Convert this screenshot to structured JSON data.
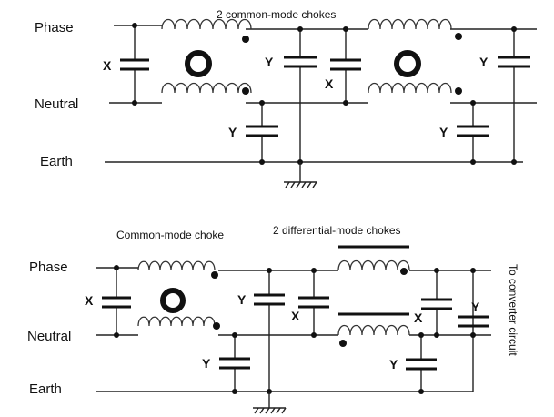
{
  "top": {
    "title": "2 common-mode chokes",
    "labels": {
      "phase": "Phase",
      "neutral": "Neutral",
      "earth": "Earth"
    },
    "caps": {
      "x1": "X",
      "y1": "Y",
      "x2": "X",
      "y2": "Y",
      "y3": "Y",
      "y4": "Y"
    }
  },
  "bottom": {
    "cm_title": "Common-mode choke",
    "dm_title": "2 differential-mode chokes",
    "labels": {
      "phase": "Phase",
      "neutral": "Neutral",
      "earth": "Earth"
    },
    "caps": {
      "x1": "X",
      "y1": "Y",
      "x2": "X",
      "y2": "Y",
      "x3": "X",
      "y3": "Y",
      "y4": "Y"
    },
    "side_note": "To converter circuit"
  }
}
